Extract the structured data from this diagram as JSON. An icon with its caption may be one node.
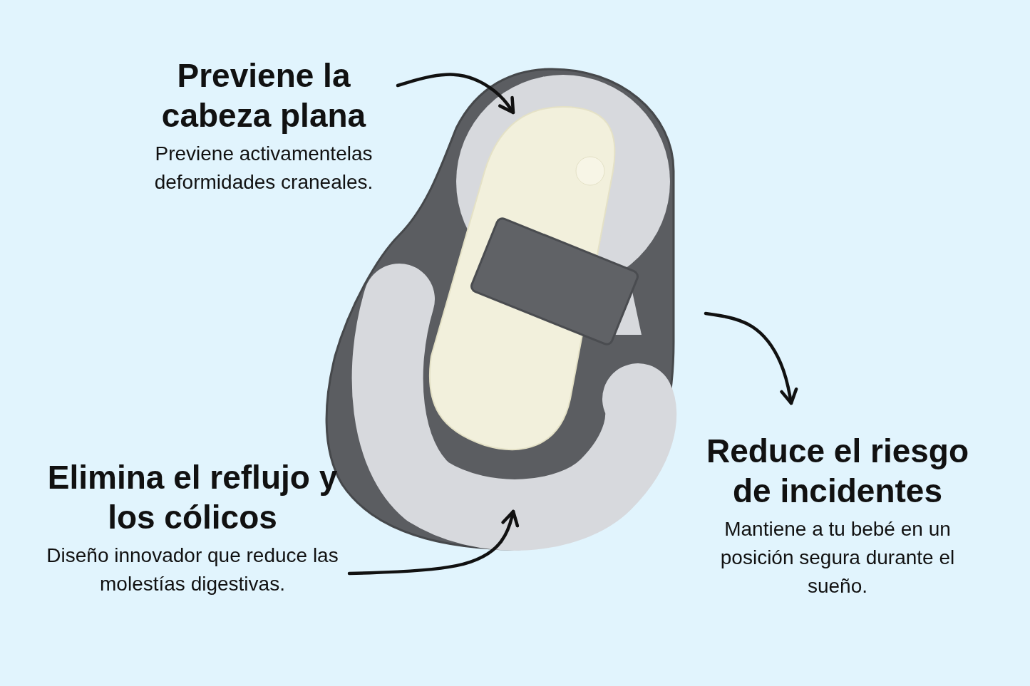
{
  "diagram": {
    "nodes": [
      {
        "text": [
          "Previene la cabeza plana",
          "Previene activamentelas deformidades craneales."
        ]
      },
      {
        "text": [
          "Elimina el reflujo y los cólicos",
          "Diseño innovador que reduce las molestías digestivas."
        ]
      },
      {
        "text": [
          "Reduce el riesgo de incidentes",
          "Mantiene a tu bebé en un posición segura durante el sueño."
        ]
      },
      {
        "text": [],
        "shape": "picture"
      }
    ],
    "edges": [
      {
        "from": 0,
        "to": 3,
        "arrow": "to"
      },
      {
        "from": 3,
        "to": 2,
        "arrow": "to"
      },
      {
        "from": 1,
        "to": 3,
        "arrow": "to"
      }
    ]
  }
}
